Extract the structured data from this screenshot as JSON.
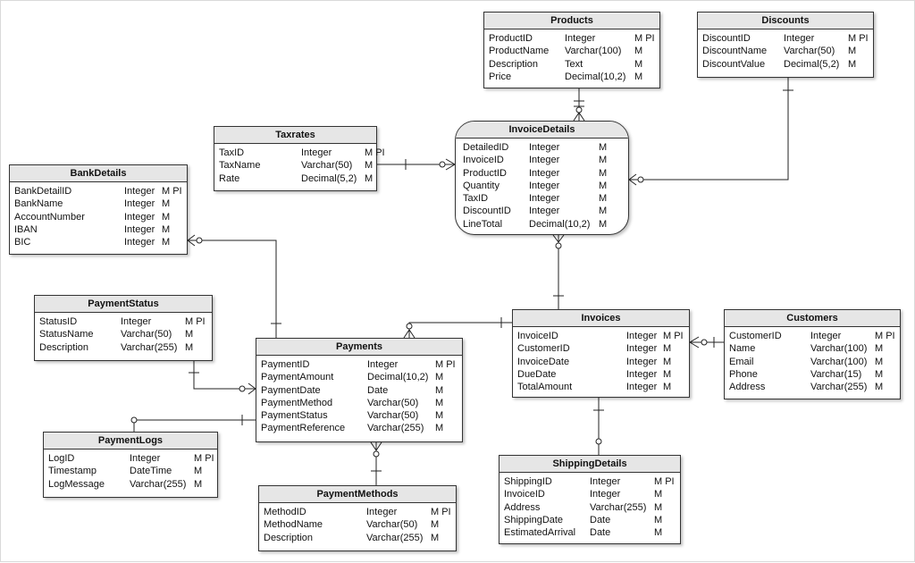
{
  "entities": [
    {
      "id": "products",
      "title": "Products",
      "rows": [
        {
          "name": "ProductID",
          "type": "Integer",
          "flags": "M PI"
        },
        {
          "name": "ProductName",
          "type": "Varchar(100)",
          "flags": "M"
        },
        {
          "name": "Description",
          "type": "Text",
          "flags": "M"
        },
        {
          "name": "Price",
          "type": "Decimal(10,2)",
          "flags": "M"
        }
      ]
    },
    {
      "id": "discounts",
      "title": "Discounts",
      "rows": [
        {
          "name": "DiscountID",
          "type": "Integer",
          "flags": "M PI"
        },
        {
          "name": "DiscountName",
          "type": "Varchar(50)",
          "flags": "M"
        },
        {
          "name": "DiscountValue",
          "type": "Decimal(5,2)",
          "flags": "M"
        }
      ]
    },
    {
      "id": "taxrates",
      "title": "Taxrates",
      "rows": [
        {
          "name": "TaxID",
          "type": "Integer",
          "flags": "M PI"
        },
        {
          "name": "TaxName",
          "type": "Varchar(50)",
          "flags": "M"
        },
        {
          "name": "Rate",
          "type": "Decimal(5,2)",
          "flags": "M"
        }
      ]
    },
    {
      "id": "invoicedetails",
      "title": "InvoiceDetails",
      "rows": [
        {
          "name": "DetailedID",
          "type": "Integer",
          "flags": "M"
        },
        {
          "name": "InvoiceID",
          "type": "Integer",
          "flags": "M"
        },
        {
          "name": "ProductID",
          "type": "Integer",
          "flags": "M"
        },
        {
          "name": "Quantity",
          "type": "Integer",
          "flags": "M"
        },
        {
          "name": "TaxID",
          "type": "Integer",
          "flags": "M"
        },
        {
          "name": "DiscountID",
          "type": "Integer",
          "flags": "M"
        },
        {
          "name": "LineTotal",
          "type": "Decimal(10,2)",
          "flags": "M"
        }
      ]
    },
    {
      "id": "bankdetails",
      "title": "BankDetails",
      "rows": [
        {
          "name": "BankDetailID",
          "type": "Integer",
          "flags": "M PI"
        },
        {
          "name": "BankName",
          "type": "Integer",
          "flags": "M"
        },
        {
          "name": "AccountNumber",
          "type": "Integer",
          "flags": "M"
        },
        {
          "name": "IBAN",
          "type": "Integer",
          "flags": "M"
        },
        {
          "name": "BIC",
          "type": "Integer",
          "flags": "M"
        }
      ]
    },
    {
      "id": "paymentstatus",
      "title": "PaymentStatus",
      "rows": [
        {
          "name": "StatusID",
          "type": "Integer",
          "flags": "M PI"
        },
        {
          "name": "StatusName",
          "type": "Varchar(50)",
          "flags": "M"
        },
        {
          "name": "Description",
          "type": "Varchar(255)",
          "flags": "M"
        }
      ]
    },
    {
      "id": "payments",
      "title": "Payments",
      "rows": [
        {
          "name": "PaymentID",
          "type": "Integer",
          "flags": "M PI"
        },
        {
          "name": "PaymentAmount",
          "type": "Decimal(10,2)",
          "flags": "M"
        },
        {
          "name": "PaymentDate",
          "type": "Date",
          "flags": "M"
        },
        {
          "name": "PaymentMethod",
          "type": "Varchar(50)",
          "flags": "M"
        },
        {
          "name": "PaymentStatus",
          "type": "Varchar(50)",
          "flags": "M"
        },
        {
          "name": "PaymentReference",
          "type": "Varchar(255)",
          "flags": "M"
        }
      ]
    },
    {
      "id": "invoices",
      "title": "Invoices",
      "rows": [
        {
          "name": "InvoiceID",
          "type": "Integer",
          "flags": "M PI"
        },
        {
          "name": "CustomerID",
          "type": "Integer",
          "flags": "M"
        },
        {
          "name": "InvoiceDate",
          "type": "Integer",
          "flags": "M"
        },
        {
          "name": "DueDate",
          "type": "Integer",
          "flags": "M"
        },
        {
          "name": "TotalAmount",
          "type": "Integer",
          "flags": "M"
        }
      ]
    },
    {
      "id": "customers",
      "title": "Customers",
      "rows": [
        {
          "name": "CustomerID",
          "type": "Integer",
          "flags": "M PI"
        },
        {
          "name": "Name",
          "type": "Varchar(100)",
          "flags": "M"
        },
        {
          "name": "Email",
          "type": "Varchar(100)",
          "flags": "M"
        },
        {
          "name": "Phone",
          "type": "Varchar(15)",
          "flags": "M"
        },
        {
          "name": "Address",
          "type": "Varchar(255)",
          "flags": "M"
        }
      ]
    },
    {
      "id": "paymentlogs",
      "title": "PaymentLogs",
      "rows": [
        {
          "name": "LogID",
          "type": "Integer",
          "flags": "M PI"
        },
        {
          "name": "Timestamp",
          "type": "DateTime",
          "flags": "M"
        },
        {
          "name": "LogMessage",
          "type": "Varchar(255)",
          "flags": "M"
        }
      ]
    },
    {
      "id": "shippingdetails",
      "title": "ShippingDetails",
      "rows": [
        {
          "name": "ShippingID",
          "type": "Integer",
          "flags": "M PI"
        },
        {
          "name": "InvoiceID",
          "type": "Integer",
          "flags": "M"
        },
        {
          "name": "Address",
          "type": "Varchar(255)",
          "flags": "M"
        },
        {
          "name": "ShippingDate",
          "type": "Date",
          "flags": "M"
        },
        {
          "name": "EstimatedArrival",
          "type": "Date",
          "flags": "M"
        }
      ]
    },
    {
      "id": "paymentmethods",
      "title": "PaymentMethods",
      "rows": [
        {
          "name": "MethodID",
          "type": "Integer",
          "flags": "M PI"
        },
        {
          "name": "MethodName",
          "type": "Varchar(50)",
          "flags": "M"
        },
        {
          "name": "Description",
          "type": "Varchar(255)",
          "flags": "M"
        }
      ]
    }
  ],
  "relationships": [
    {
      "from": "products",
      "to": "invoicedetails",
      "from_end": "one",
      "to_end": "zero-or-many"
    },
    {
      "from": "taxrates",
      "to": "invoicedetails",
      "from_end": "one",
      "to_end": "zero-or-many"
    },
    {
      "from": "discounts",
      "to": "invoicedetails",
      "from_end": "one",
      "to_end": "zero-or-many"
    },
    {
      "from": "invoices",
      "to": "invoicedetails",
      "from_end": "one",
      "to_end": "zero-or-many"
    },
    {
      "from": "invoices",
      "to": "payments",
      "from_end": "one",
      "to_end": "zero-or-many"
    },
    {
      "from": "customers",
      "to": "invoices",
      "from_end": "one",
      "to_end": "zero-or-many"
    },
    {
      "from": "invoices",
      "to": "shippingdetails",
      "from_end": "one",
      "to_end": "zero-or-one"
    },
    {
      "from": "payments",
      "to": "bankdetails",
      "from_end": "one",
      "to_end": "zero-or-many"
    },
    {
      "from": "paymentstatus",
      "to": "payments",
      "from_end": "one",
      "to_end": "zero-or-many"
    },
    {
      "from": "payments",
      "to": "paymentlogs",
      "from_end": "one",
      "to_end": "zero-or-one"
    },
    {
      "from": "paymentmethods",
      "to": "payments",
      "from_end": "one",
      "to_end": "zero-or-many"
    }
  ]
}
